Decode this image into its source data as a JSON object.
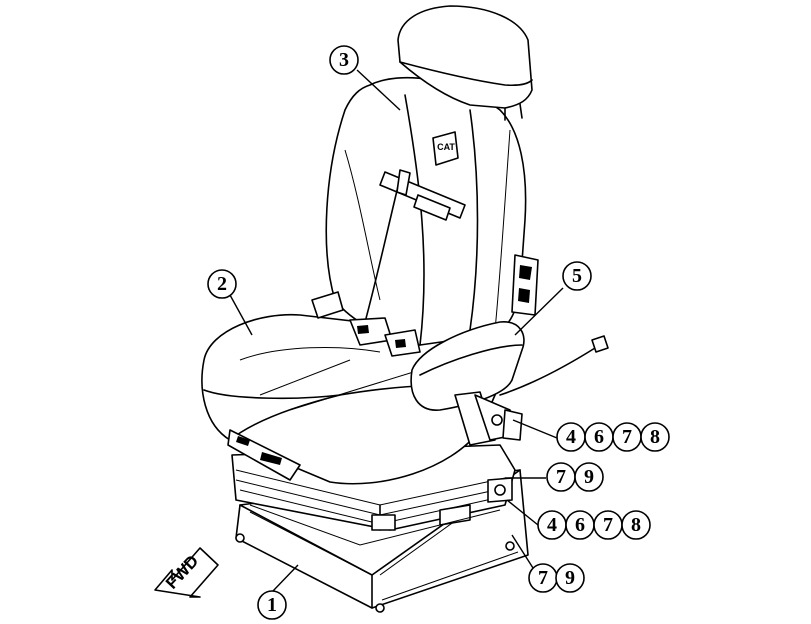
{
  "diagram": {
    "callouts": [
      {
        "id": "c3",
        "label": "3"
      },
      {
        "id": "c2",
        "label": "2"
      },
      {
        "id": "c5",
        "label": "5"
      },
      {
        "id": "c1",
        "label": "1"
      },
      {
        "id": "g1a",
        "label": "4"
      },
      {
        "id": "g1b",
        "label": "6"
      },
      {
        "id": "g1c",
        "label": "7"
      },
      {
        "id": "g1d",
        "label": "8"
      },
      {
        "id": "g2a",
        "label": "7"
      },
      {
        "id": "g2b",
        "label": "9"
      },
      {
        "id": "g3a",
        "label": "4"
      },
      {
        "id": "g3b",
        "label": "6"
      },
      {
        "id": "g3c",
        "label": "7"
      },
      {
        "id": "g3d",
        "label": "8"
      },
      {
        "id": "g4a",
        "label": "7"
      },
      {
        "id": "g4b",
        "label": "9"
      }
    ],
    "direction_arrow": {
      "label": "FWD"
    },
    "logo": {
      "text": "CAT"
    }
  }
}
